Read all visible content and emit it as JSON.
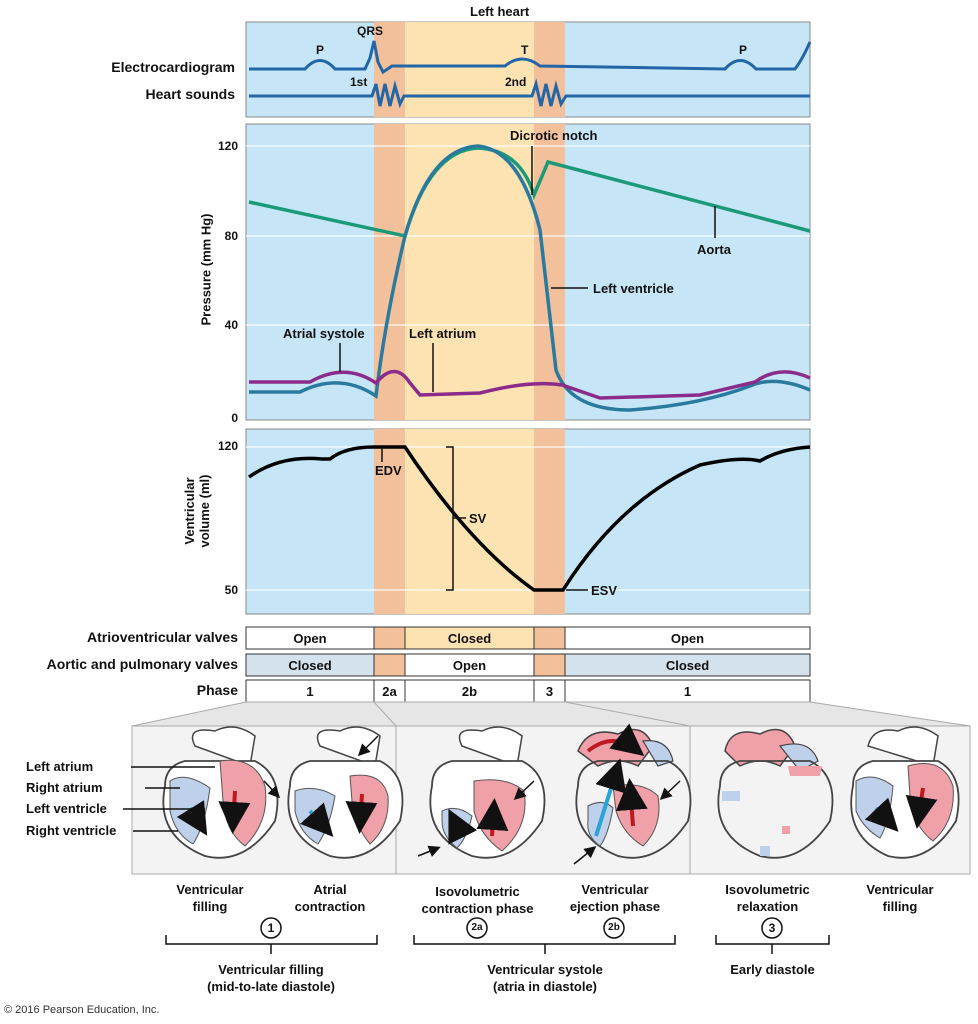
{
  "title": "Left heart",
  "rows": {
    "ecg": "Electrocardiogram",
    "sounds": "Heart sounds",
    "av_valves": "Atrioventricular valves",
    "ap_valves": "Aortic and pulmonary valves",
    "phase": "Phase"
  },
  "ecg_labels": {
    "p1": "P",
    "qrs": "QRS",
    "t": "T",
    "p2": "P"
  },
  "sound_labels": {
    "first": "1st",
    "second": "2nd"
  },
  "pressure": {
    "ylabel": "Pressure (mm Hg)",
    "ticks": [
      "120",
      "80",
      "40",
      "0"
    ],
    "labels": {
      "dicrotic": "Dicrotic notch",
      "aorta": "Aorta",
      "left_ventricle": "Left ventricle",
      "atrial_systole": "Atrial systole",
      "left_atrium": "Left atrium"
    }
  },
  "volume": {
    "ylabel_line1": "Ventricular",
    "ylabel_line2": "volume (ml)",
    "ticks": [
      "120",
      "50"
    ],
    "labels": {
      "edv": "EDV",
      "sv": "SV",
      "esv": "ESV"
    }
  },
  "valves": {
    "av": [
      "Open",
      "Closed",
      "Open"
    ],
    "ap": [
      "Closed",
      "Open",
      "Closed"
    ],
    "phase": [
      "1",
      "2a",
      "2b",
      "3",
      "1"
    ]
  },
  "heart_labels": [
    "Left atrium",
    "Right atrium",
    "Left ventricle",
    "Right ventricle"
  ],
  "captions": [
    {
      "l1": "Ventricular",
      "l2": "filling"
    },
    {
      "l1": "Atrial",
      "l2": "contraction"
    },
    {
      "l1": "Isovolumetric",
      "l2": "contraction phase"
    },
    {
      "l1": "Ventricular",
      "l2": "ejection phase"
    },
    {
      "l1": "Isovolumetric",
      "l2": "relaxation"
    },
    {
      "l1": "Ventricular",
      "l2": "filling"
    }
  ],
  "groups": [
    {
      "num": "1",
      "l1": "Ventricular filling",
      "l2": "(mid-to-late diastole)"
    },
    {
      "num": "2a",
      "l1": "",
      "l2": ""
    },
    {
      "num": "2b",
      "l1": "Ventricular systole",
      "l2": "(atria in diastole)"
    },
    {
      "num": "3",
      "l1": "Early diastole",
      "l2": ""
    }
  ],
  "copyright": "© 2016 Pearson Education, Inc.",
  "colors": {
    "blue_bg": "#c6e6f7",
    "tan": "#f2c09a",
    "yellow": "#fde3b2",
    "ecg_line": "#2266a8",
    "aorta": "#1b9a78",
    "ventricle": "#2a7aa0",
    "atrium": "#8b2b8b",
    "volume": "#000000",
    "closed_blue": "#d4e2ee",
    "red_heart": "#f0a0a8",
    "blue_heart": "#bfd0ea"
  }
}
